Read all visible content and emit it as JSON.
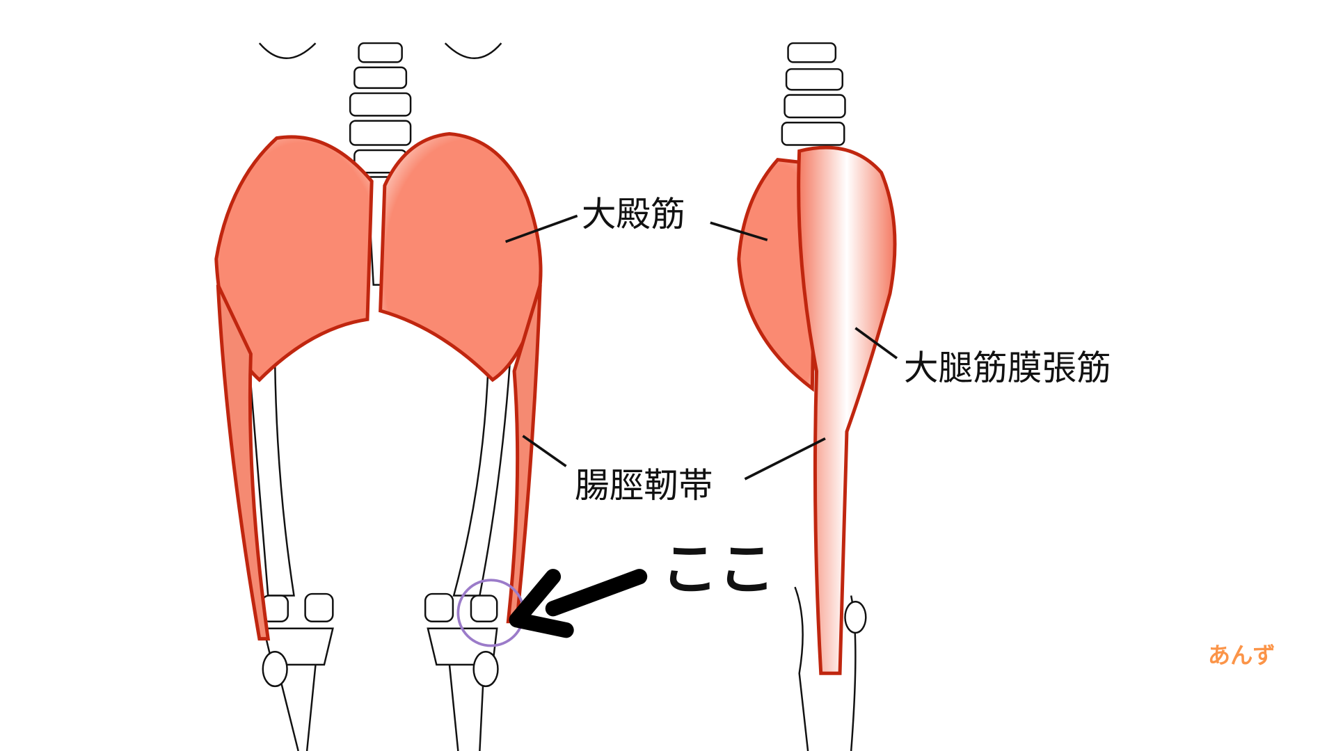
{
  "labels": {
    "gluteus_maximus": "大殿筋",
    "tensor_fasciae_latae": "大腿筋膜張筋",
    "iliotibial_band": "腸脛靭帯",
    "here": "ここ"
  },
  "logo": {
    "text": "あんず"
  },
  "colors": {
    "muscle": "#fa8a72",
    "muscle_outline": "#c0260f",
    "marker_circle": "#9b7bc9",
    "arrow": "#000000",
    "logo": "#fb9448"
  }
}
